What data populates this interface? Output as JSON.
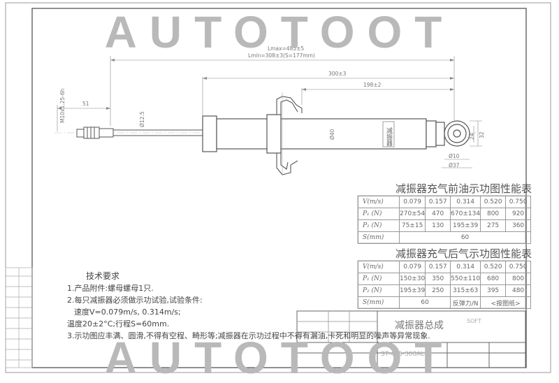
{
  "watermark": {
    "top": "AUTOTOOT",
    "bottom": "AUTOTOOT"
  },
  "drawing": {
    "dims": {
      "lmax": "Lmax=485±5",
      "lmin": "Lmin=308±3(S=177mm)",
      "d300": "300±3",
      "d198": "198±2",
      "d51": "51",
      "thread": "M10x1.25-6h",
      "d12": "Ø12.5",
      "d40": "Ø40",
      "d10": "Ø10",
      "d37": "Ø37",
      "d24": "24",
      "d32": "32"
    },
    "body_label": "减振器"
  },
  "table1": {
    "caption": "减振器充气前油示功图性能表",
    "rows": [
      {
        "label": "V(m/s)",
        "cells": [
          "0.079",
          "0.157",
          "0.314",
          "0.520",
          "0.750"
        ]
      },
      {
        "label": "P₁ (N)",
        "cells": [
          "270±54",
          "470",
          "670±134",
          "800",
          "920"
        ]
      },
      {
        "label": "P₂ (N)",
        "cells": [
          "75±15",
          "130",
          "195±39",
          "275",
          "360"
        ]
      },
      {
        "label": "S(mm)",
        "cells": [
          "60"
        ]
      }
    ]
  },
  "table2": {
    "caption": "减振器充气后气示功图性能表",
    "rows": [
      {
        "label": "V(m/s)",
        "cells": [
          "0.079",
          "0.157",
          "0.314",
          "0.520",
          "0.750"
        ]
      },
      {
        "label": "P₁ (N)",
        "cells": [
          "150±30",
          "350",
          "550±110",
          "680",
          "800"
        ]
      },
      {
        "label": "P₂ (N)",
        "cells": [
          "195±39",
          "250",
          "315±63",
          "395",
          "480"
        ]
      },
      {
        "label": "S(mm)",
        "cells": [
          "60",
          "反弹力/N",
          "<按图纸>"
        ]
      }
    ]
  },
  "requirements": {
    "title": "技术要求",
    "lines": [
      "1.产品附件:螺母螺母1只.",
      "2.每只减振器必须做示功试验,试验条件:",
      "速度V=0.079m/s, 0.314m/s;",
      "温度20±2°C;行程S=60mm.",
      "3.示功图应丰满、圆滑,不得有空程、畸形等;减振器在示功过程中不得有漏油,卡死和明显的噪声等异常现象."
    ]
  },
  "title_block": {
    "label": "减振器总成",
    "sub": "SOFT",
    "code": "ST-485-308ALL"
  }
}
